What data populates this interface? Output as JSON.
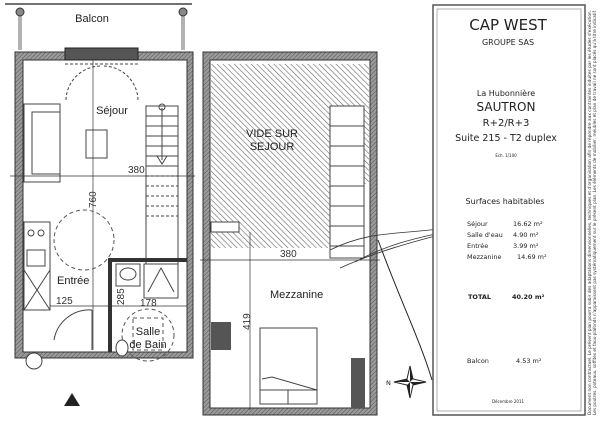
{
  "plan_ground": {
    "balcony_label": "Balcon",
    "rooms": {
      "sejour": "Séjour",
      "entree": "Entrée",
      "salle_de_bain_1": "Salle",
      "salle_de_bain_2": "de Bain"
    },
    "dimensions": {
      "width": "380",
      "height": "760",
      "entree_width": "125",
      "bath_height": "285",
      "bath_width": "178"
    }
  },
  "plan_upper": {
    "void_label_1": "VIDE SUR",
    "void_label_2": "SEJOUR",
    "room": "Mezzanine",
    "dimensions": {
      "width": "380",
      "height": "419"
    }
  },
  "compass": {
    "north_label": "N"
  },
  "title_block": {
    "company": "CAP WEST",
    "group": "GROUPE SAS",
    "project": "La Hubonnière",
    "city": "SAUTRON",
    "levels": "R+2/R+3",
    "unit": "Suite 215 - T2 duplex",
    "scale": "Ech. 1/100",
    "surfaces_heading": "Surfaces habitables",
    "surfaces": [
      {
        "room": "Séjour",
        "area": "16.62 m²"
      },
      {
        "room": "Salle d'eau",
        "area": "4.90 m²"
      },
      {
        "room": "Entrée",
        "area": "3.99 m²"
      },
      {
        "room": "Mezzanine",
        "area": "14.69 m²"
      }
    ],
    "total_label": "TOTAL",
    "total_value": "40.20 m²",
    "balcony_label": "Balcon",
    "balcony_value": "4.53 m²",
    "date": "Décembre 2011"
  },
  "disclaimer": {
    "line1": "Document non contractuel. Le présent plan pourra subir des adaptations dimensionnelles, techniques et d'organisation afin de répondre aux contraintes induites par les études d'exécution.",
    "line2": "Les poutres, poteaux, soffites et faux-plafonds n'apparaissent pas systématiquement sur le présent plan. Les éléments de mobilier, meubles et plan de travail ne sont placés qu'à titre indicatif."
  }
}
